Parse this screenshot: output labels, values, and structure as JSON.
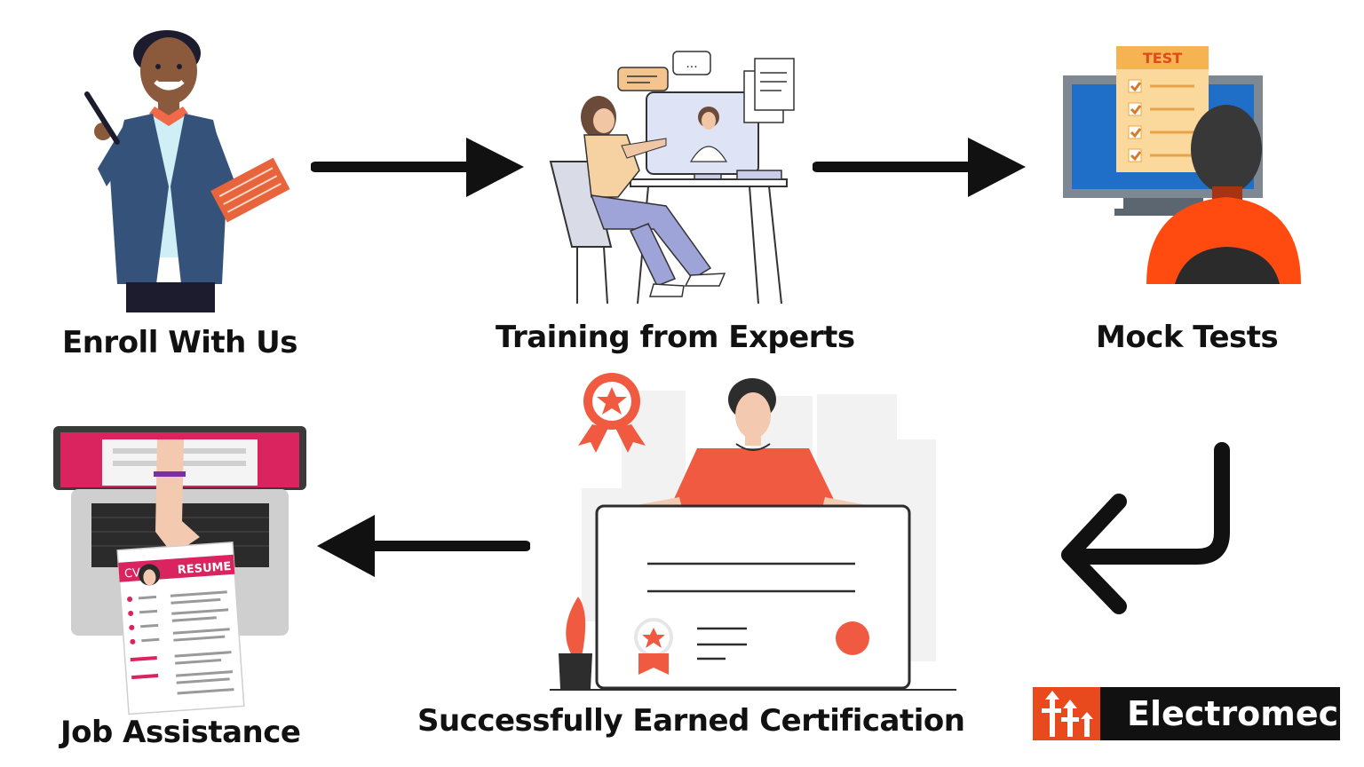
{
  "steps": {
    "enroll": "Enroll With Us",
    "training": "Training from Experts",
    "mock": "Mock Tests",
    "certification": "Successfully Earned Certification",
    "job": "Job Assistance"
  },
  "illustrations": {
    "test_sheet_title": "TEST",
    "cv_label": "CV",
    "resume_label": "RESUME"
  },
  "brand": {
    "name": "Electromech",
    "accent": "#e8491d"
  },
  "icons": {
    "enroll": "teacher-with-book-icon",
    "training": "online-training-icon",
    "mock": "mock-test-icon",
    "certification": "certificate-icon",
    "job": "resume-laptop-icon"
  }
}
